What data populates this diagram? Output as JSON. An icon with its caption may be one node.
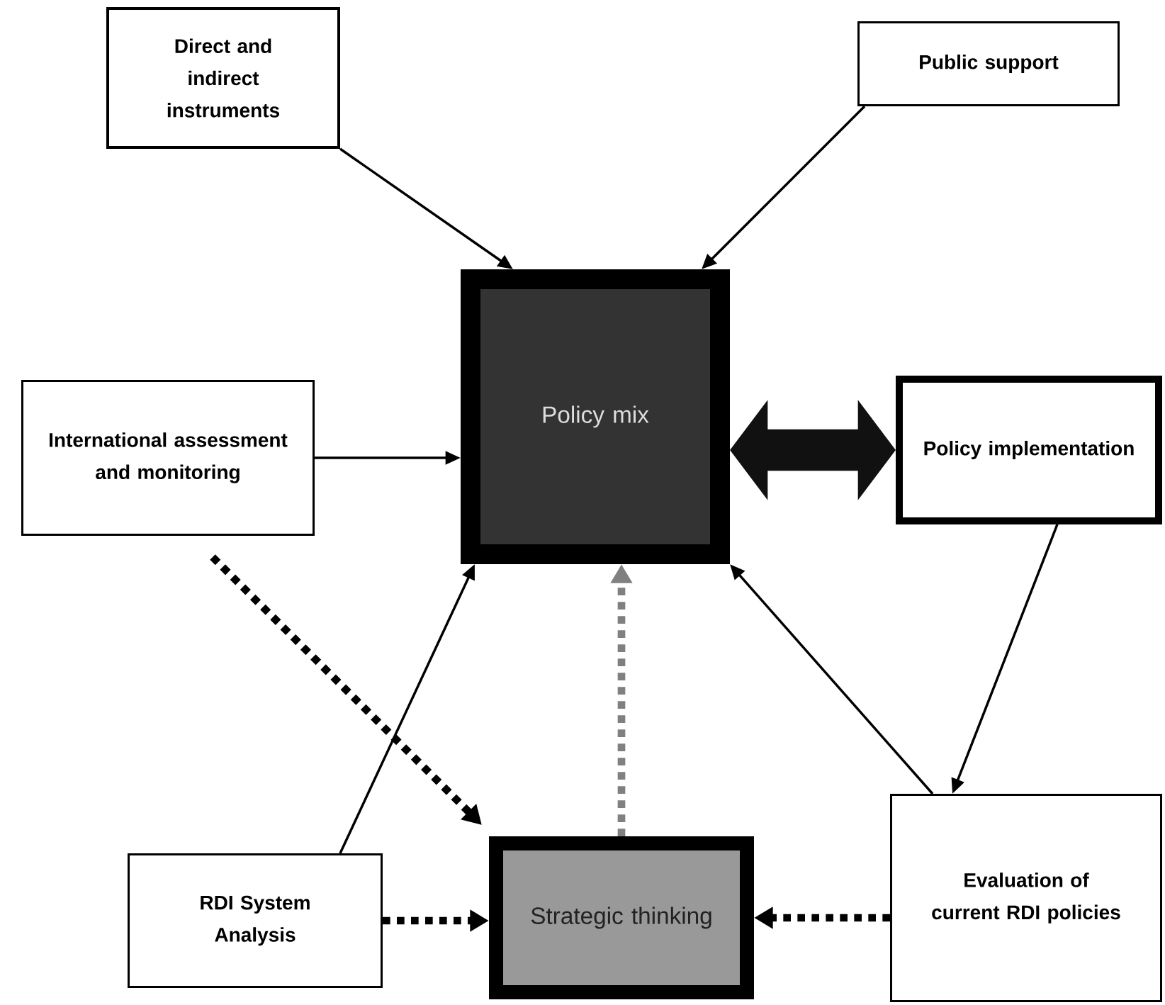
{
  "diagram": {
    "nodes": [
      {
        "text": [
          "Direct and indirect instruments"
        ]
      },
      {
        "text": [
          "Public support"
        ]
      },
      {
        "text": [
          "International assessment and monitoring"
        ]
      },
      {
        "text": [
          "Policy mix"
        ]
      },
      {
        "text": [
          "Policy implementation"
        ]
      },
      {
        "text": [
          "RDI System Analysis"
        ]
      },
      {
        "text": [
          "Strategic thinking"
        ]
      },
      {
        "text": [
          "Evaluation of current RDI policies"
        ]
      }
    ],
    "edges": [
      {
        "from": 0,
        "to": 3,
        "arrow": "to"
      },
      {
        "from": 1,
        "to": 3,
        "arrow": "to"
      },
      {
        "from": 2,
        "to": 3,
        "arrow": "to"
      },
      {
        "from": 3,
        "to": 4,
        "arrow": "both",
        "style": "thick"
      },
      {
        "from": 4,
        "to": 7,
        "arrow": "to"
      },
      {
        "from": 7,
        "to": 3,
        "arrow": "to"
      },
      {
        "from": 5,
        "to": 3,
        "arrow": "to"
      },
      {
        "from": 2,
        "to": 6,
        "arrow": "to",
        "style": "dashed"
      },
      {
        "from": 6,
        "to": 3,
        "arrow": "to",
        "style": "dashed",
        "color": "#808080"
      },
      {
        "from": 5,
        "to": 6,
        "arrow": "to",
        "style": "dashed"
      },
      {
        "from": 7,
        "to": 6,
        "arrow": "to",
        "style": "dashed"
      }
    ]
  }
}
